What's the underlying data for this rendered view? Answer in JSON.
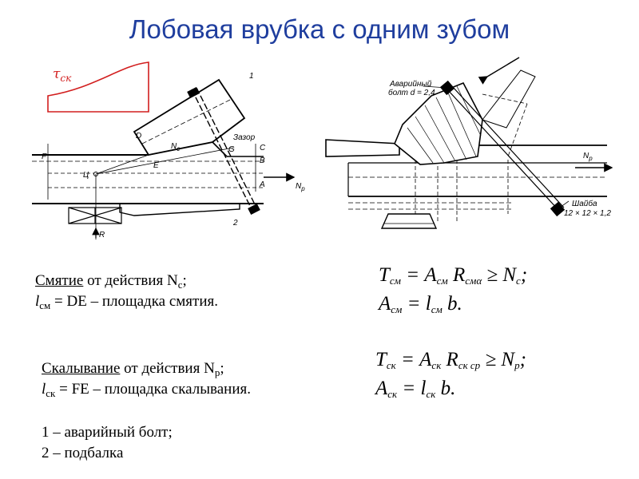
{
  "title": "Лобовая врубка с одним зубом",
  "left_drawing": {
    "tau": "τ",
    "tau_sub": "ск",
    "labels": {
      "one": "1",
      "two": "2",
      "D": "D",
      "Nc": "N",
      "Nc_sub": "c",
      "gap": "Зазор",
      "G": "G",
      "C": "C",
      "B": "B",
      "A": "A",
      "F": "F",
      "E": "E",
      "center": "Ц",
      "Np": "N",
      "Np_sub": "p",
      "R": "R"
    }
  },
  "right_drawing": {
    "bolt_line1": "Аварийный",
    "bolt_line2": "болт d = 2,4",
    "Np": "N",
    "Np_sub": "p",
    "washer_line1": "Шайба",
    "washer_line2": "12 × 12 × 1,2"
  },
  "text": {
    "crush_term": "Смятие",
    "crush_rest": " от действия N",
    "crush_sub": "c",
    "crush_end": ";",
    "crush_len_sym": "l",
    "crush_len_sub": "см",
    "crush_len_rest": " = DE – площадка смятия.",
    "shear_term": "Скалывание",
    "shear_rest": " от действия N",
    "shear_sub": "p",
    "shear_end": ";",
    "shear_len_sym": "l",
    "shear_len_sub": "ск",
    "shear_len_rest": " = FE – площадка скалывания.",
    "legend1": "1 – аварийный болт;",
    "legend2": "2 – подбалка"
  },
  "formulas": {
    "f1_T": "T",
    "f1_T_sub": "см",
    "f1_eq": " = A",
    "f1_A_sub": "см",
    "f1_R": " R",
    "f1_R_sub": "смα",
    "f1_ge": " ≥ N",
    "f1_N_sub": "c",
    "f1_end": ";",
    "f2_A": "A",
    "f2_A_sub": "см",
    "f2_eq": " = l",
    "f2_l_sub": "см",
    "f2_end": " b.",
    "f3_T": "T",
    "f3_T_sub": "ск",
    "f3_eq": " = A",
    "f3_A_sub": "ск",
    "f3_R": " R",
    "f3_R_sub": "ск ср",
    "f3_ge": " ≥ N",
    "f3_N_sub": "p",
    "f3_end": ";",
    "f4_A": "A",
    "f4_A_sub": "ск",
    "f4_eq": " = l",
    "f4_l_sub": "ск",
    "f4_end": " b."
  }
}
